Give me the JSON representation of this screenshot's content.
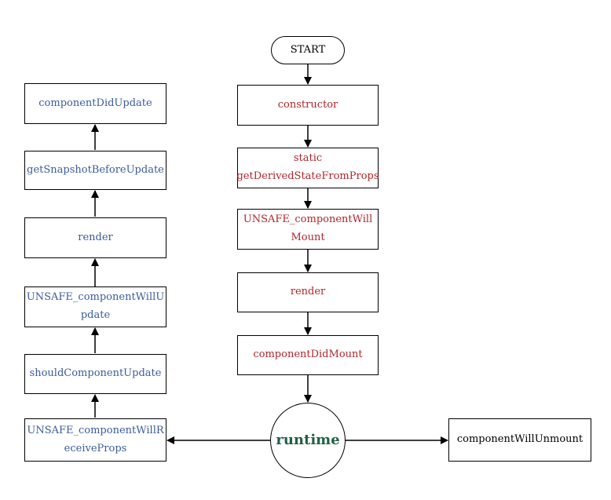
{
  "update_chain": {
    "componentDidUpdate": "componentDidUpdate",
    "getSnapshotBeforeUpdate": "getSnapshotBeforeUpdate",
    "render": "render",
    "willUpdate_line1": "UNSAFE_componentWillU",
    "willUpdate_line2": "pdate",
    "shouldComponentUpdate": "shouldComponentUpdate",
    "willReceiveProps_line1": "UNSAFE_componentWillR",
    "willReceiveProps_line2": "eceiveProps"
  },
  "mount_chain": {
    "start": "START",
    "constructor": "constructor",
    "derived_line1": "static",
    "derived_line2": "getDerivedStateFromProps",
    "willMount_line1": "UNSAFE_componentWill",
    "willMount_line2": "Mount",
    "render": "render",
    "componentDidMount": "componentDidMount"
  },
  "runtime": "runtime",
  "unmount": "componentWillUnmount",
  "colors": {
    "update_text": "#3a5c9e",
    "mount_text": "#b3262b",
    "runtime_text": "#1f5f45",
    "unmount_text": "#000000"
  }
}
